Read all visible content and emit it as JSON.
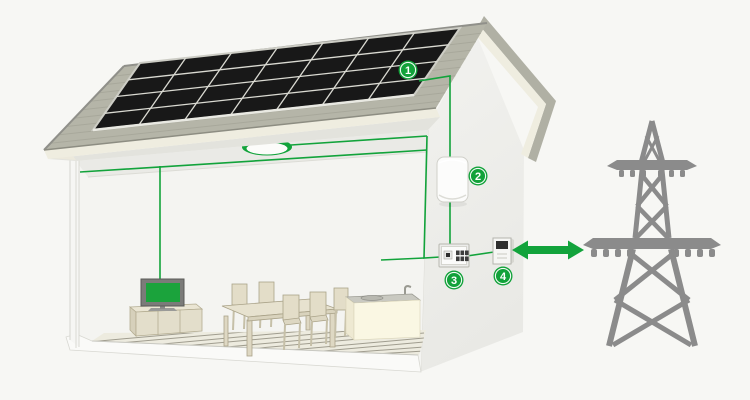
{
  "diagram_title": "residential-solar-grid-connection-diagram",
  "badges": [
    {
      "label": "1",
      "component": "solar-panel"
    },
    {
      "label": "2",
      "component": "inverter"
    },
    {
      "label": "3",
      "component": "distribution-board"
    },
    {
      "label": "4",
      "component": "energy-meter"
    }
  ],
  "components": [
    {
      "name": "solar-panel"
    },
    {
      "name": "inverter"
    },
    {
      "name": "distribution-board"
    },
    {
      "name": "energy-meter"
    },
    {
      "name": "grid-connection-arrow"
    },
    {
      "name": "transmission-tower"
    },
    {
      "name": "ceiling-light"
    },
    {
      "name": "tv"
    },
    {
      "name": "tv-cabinet"
    },
    {
      "name": "dining-table"
    },
    {
      "name": "dining-chairs"
    },
    {
      "name": "kitchen-counter"
    }
  ],
  "colors": {
    "background": "#f7f7f4",
    "accent_green": "#12a33b",
    "tv_screen_green": "#1ba33c",
    "tower_gray": "#8b8b8b",
    "panel_black": "#181818",
    "roof_shingle": "#b5b5a8",
    "fascia_cream": "#efede0",
    "wall_white": "#efefec",
    "floor_tan": "#edebdf",
    "furniture_beige": "#e3ddc8"
  }
}
